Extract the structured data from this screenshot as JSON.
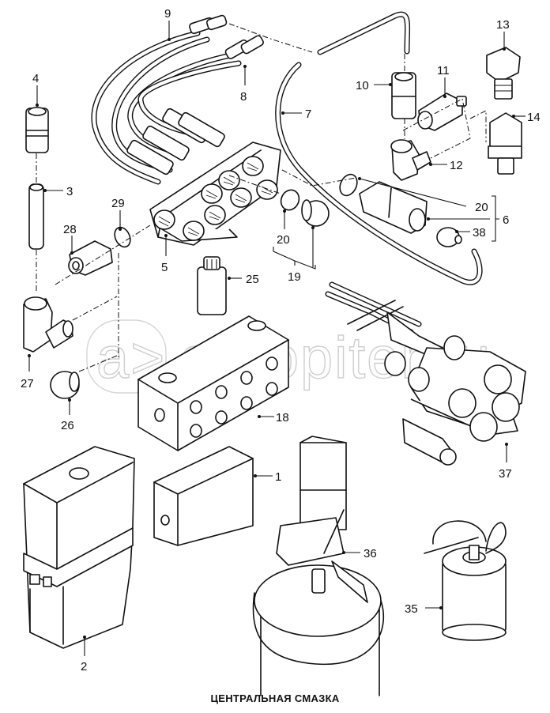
{
  "diagram": {
    "title": "ЦЕНТРАЛЬНАЯ СМАЗКА",
    "watermark": "autopiter.ru",
    "watermark_logo": "a>",
    "callouts": {
      "c1": "1",
      "c2": "2",
      "c3": "3",
      "c4": "4",
      "c5": "5",
      "c6": "6",
      "c7": "7",
      "c8": "8",
      "c9": "9",
      "c10": "10",
      "c11": "11",
      "c12": "12",
      "c13": "13",
      "c14": "14",
      "c18": "18",
      "c19": "19",
      "c20a": "20",
      "c20b": "20",
      "c25": "25",
      "c26": "26",
      "c27": "27",
      "c28": "28",
      "c29": "29",
      "c35": "35",
      "c36": "36",
      "c37": "37",
      "c38": "38"
    },
    "parts": [
      {
        "id": "1",
        "name": "control-unit-box"
      },
      {
        "id": "2",
        "name": "pump-reservoir"
      },
      {
        "id": "3",
        "name": "tube"
      },
      {
        "id": "4",
        "name": "straight-connector"
      },
      {
        "id": "5",
        "name": "distributor-block-with-hoses"
      },
      {
        "id": "6",
        "name": "quick-connector-set"
      },
      {
        "id": "7",
        "name": "hose"
      },
      {
        "id": "8",
        "name": "hose-end-connector"
      },
      {
        "id": "9",
        "name": "hose-bundle"
      },
      {
        "id": "10",
        "name": "union-connector"
      },
      {
        "id": "11",
        "name": "straight-fitting"
      },
      {
        "id": "12",
        "name": "elbow-fitting"
      },
      {
        "id": "13",
        "name": "angle-adapter"
      },
      {
        "id": "14",
        "name": "square-adapter"
      },
      {
        "id": "18",
        "name": "distribution-bar"
      },
      {
        "id": "19",
        "name": "plug-set"
      },
      {
        "id": "20",
        "name": "o-ring"
      },
      {
        "id": "25",
        "name": "adapter-sleeve"
      },
      {
        "id": "26",
        "name": "blank-plug"
      },
      {
        "id": "27",
        "name": "elbow-connector"
      },
      {
        "id": "28",
        "name": "straight-connector-small"
      },
      {
        "id": "29",
        "name": "seal-ring"
      },
      {
        "id": "35",
        "name": "hand-grease-pump"
      },
      {
        "id": "36",
        "name": "barrel-pump"
      },
      {
        "id": "37",
        "name": "distributor-assembly"
      },
      {
        "id": "38",
        "name": "nipple"
      }
    ]
  }
}
